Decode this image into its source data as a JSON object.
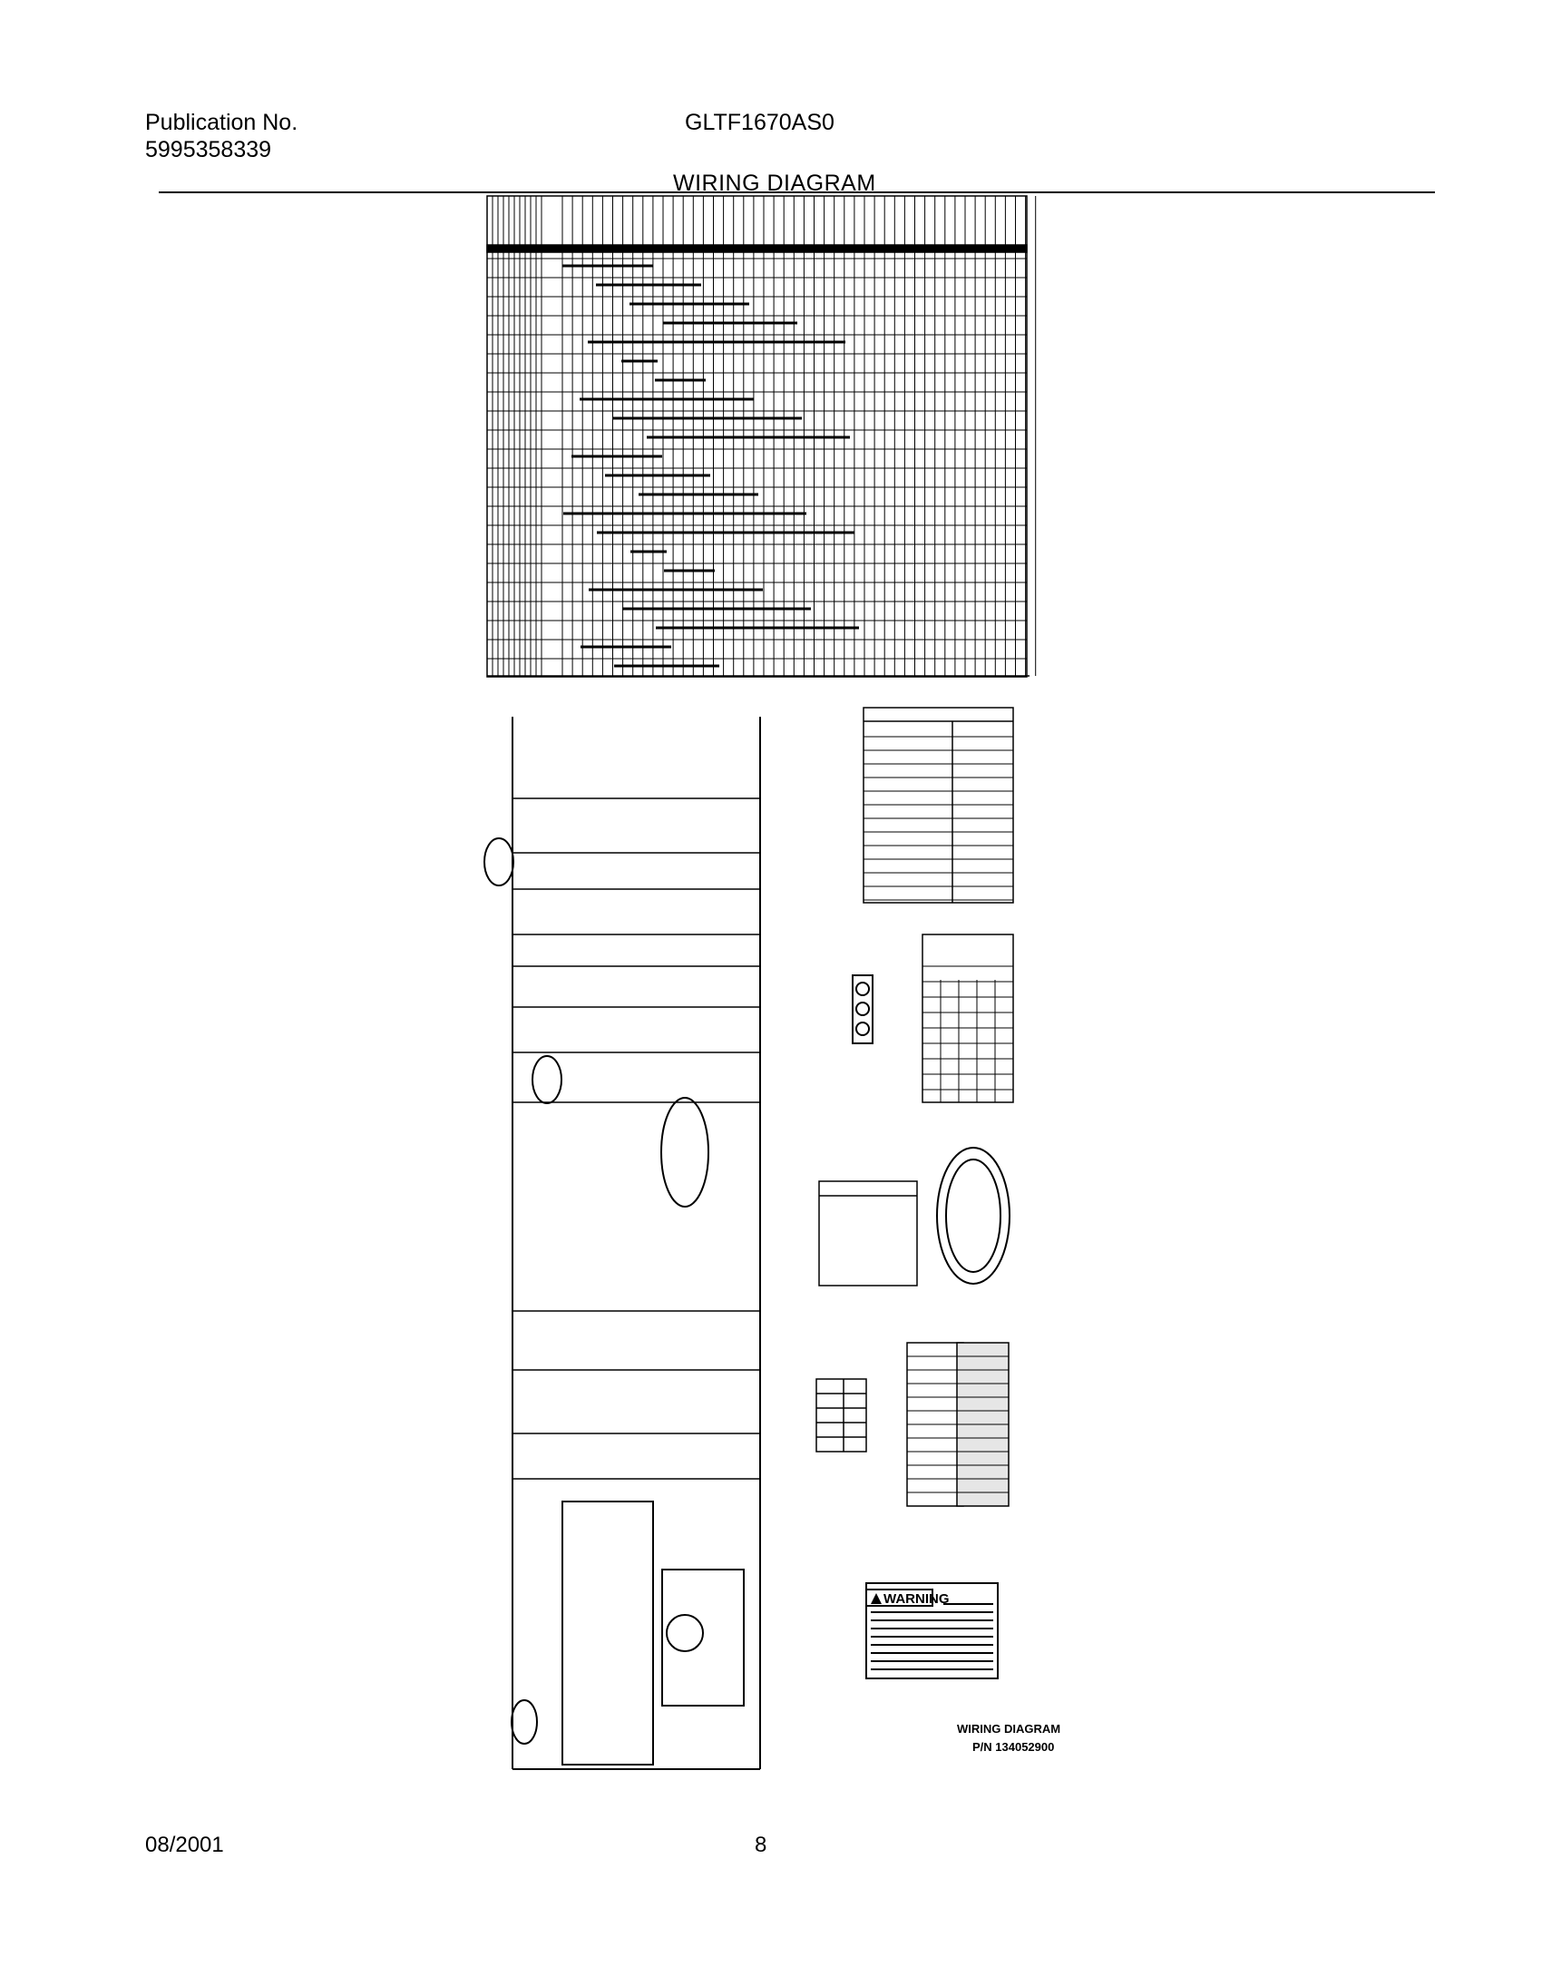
{
  "header": {
    "publication_label": "Publication No.",
    "publication_number": "5995358339",
    "model": "GLTF1670AS0"
  },
  "title": "WIRING DIAGRAM",
  "footer": {
    "date": "08/2001",
    "page": "8"
  },
  "diagram_label": {
    "line1": "WIRING DIAGRAM",
    "line2": "P/N 134052900"
  },
  "panels": {
    "warning_heading": "WARNING"
  }
}
